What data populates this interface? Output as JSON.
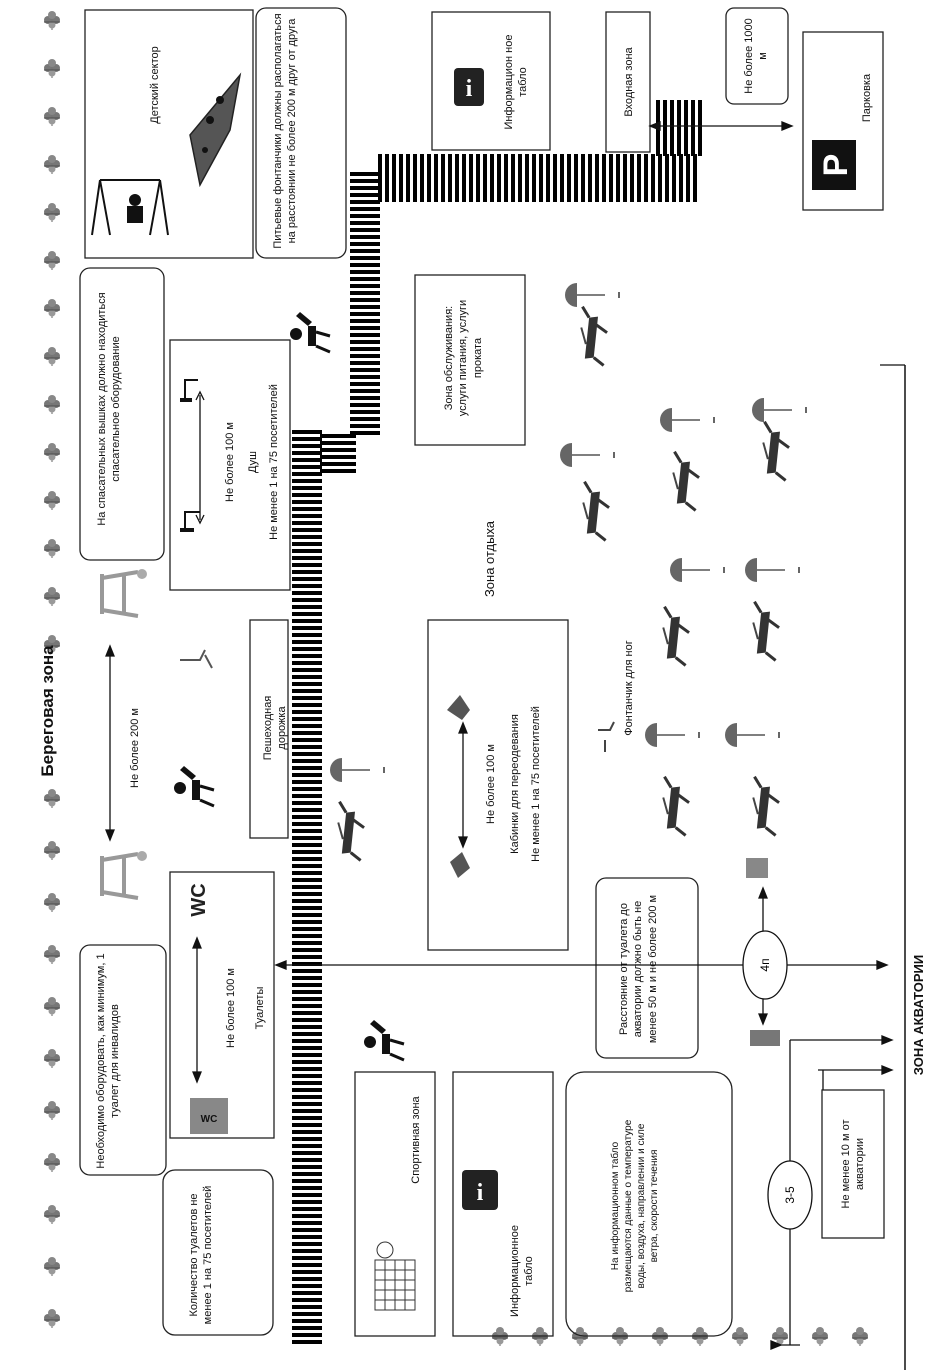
{
  "title": "Береговая зона",
  "water_zone": "ЗОНА АКВАТОРИИ",
  "labels": {
    "kids_sector": "Детский сектор",
    "fountains_note": "Питьевые фонтанчики должны располагаться на расстоянии не более 200 м друг от друга",
    "info_board_top": "Информацион ное табло",
    "entrance": "Входная зона",
    "max_1000": "Не более 1000 м",
    "parking": "Парковка",
    "rescue_note": "На спасательных вышках должно находиться спасательное оборудование",
    "shower_dist": "Не более 100 м",
    "shower": "Душ",
    "shower_min": "Не менее 1 на 75 посетителей",
    "service_zone": "Зона обслуживания: услуги питания, услуги проката",
    "rest_zone": "Зона отдыха",
    "max_200": "Не более 200 м",
    "footpath": "Пешеходная дорожка",
    "cabins_dist": "Не более 100 м",
    "cabins": "Кабинки для переодевания",
    "cabins_min": "Не менее 1 на 75 посетителей",
    "foot_fountain": "Фонтанчик для ног",
    "disabled_note": "Необходимо оборудовать, как минимум, 1 туалет для инвалидов",
    "toilets_dist": "Не более 100 м",
    "toilets": "Туалеты",
    "toilet_water_dist": "Расстояние от туалета до акватории должно быть не менее 50 м и не более 200 м",
    "toilets_count": "Количество туалетов не менее 1 на 75 посетителей",
    "sports_zone": "Спортивная зона",
    "info_board_bottom": "Информационное табло",
    "board_data": "На информационном табло размещаются данные о температуре воды, воздуха, направлении и силе ветра, скорости течения",
    "min_10": "Не менее 10 м от акватории",
    "tower_4": "4п",
    "tower_35": "3-5",
    "wc": "WC",
    "parking_glyph": "P",
    "info_glyph": "i"
  }
}
